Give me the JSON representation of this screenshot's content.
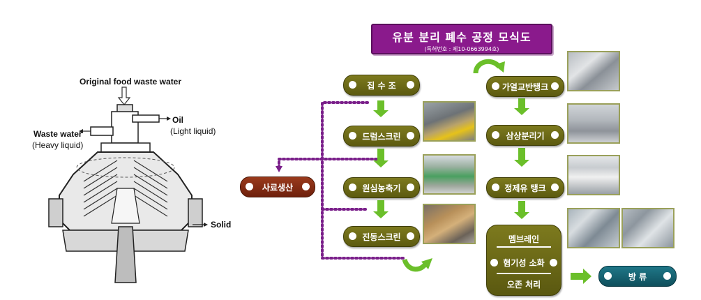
{
  "separator": {
    "input_label": "Original food waste water",
    "oil_label": "Oil",
    "oil_sub": "(Light liquid)",
    "waste_label": "Waste water",
    "waste_sub": "(Heavy liquid)",
    "solid_label": "Solid"
  },
  "title": {
    "main": "유분 분리 폐수 공정 모식도",
    "sub": "(특허번호 : 제10-0663994호)"
  },
  "left_column": [
    {
      "label": "집 수 조"
    },
    {
      "label": "드럼스크린"
    },
    {
      "label": "원심농축기"
    },
    {
      "label": "진동스크린"
    }
  ],
  "right_column": [
    {
      "label": "가열교반탱크"
    },
    {
      "label": "삼상분리기"
    },
    {
      "label": "정제유 탱크"
    }
  ],
  "membrane": {
    "line1": "멤브레인",
    "line2": "혐기성 소화",
    "line3": "오존 처리"
  },
  "feed": {
    "label": "사료생산"
  },
  "discharge": {
    "label": "방 류"
  },
  "colors": {
    "title_bg": "#8a1a8c",
    "pill_olive": "#6e6b18",
    "feed_pill": "#86301a",
    "discharge_pill": "#175f6e",
    "arrow_green": "#6bbf2a",
    "dotted_purple": "#7a1f8a"
  }
}
